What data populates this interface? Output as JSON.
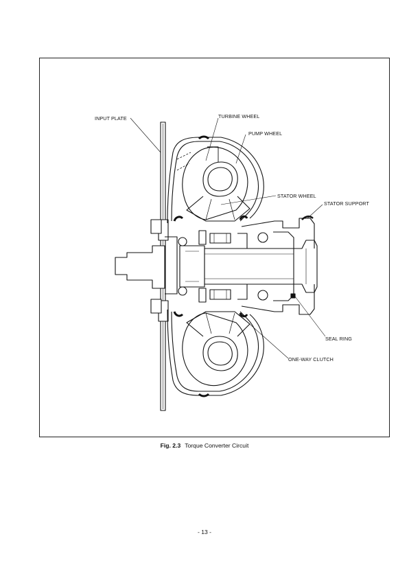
{
  "labels": {
    "input_plate": "INPUT PLATE",
    "turbine_wheel": "TURBINE WHEEL",
    "pump_wheel": "PUMP WHEEL",
    "stator_wheel": "STATOR WHEEL",
    "stator_support": "STATOR SUPPORT",
    "seal_ring": "SEAL RING",
    "one_way_clutch": "ONE-WAY CLUTCH"
  },
  "caption": {
    "figure_number": "Fig. 2.3",
    "title": "Torque Converter Circuit"
  },
  "page_number": "- 13 -"
}
